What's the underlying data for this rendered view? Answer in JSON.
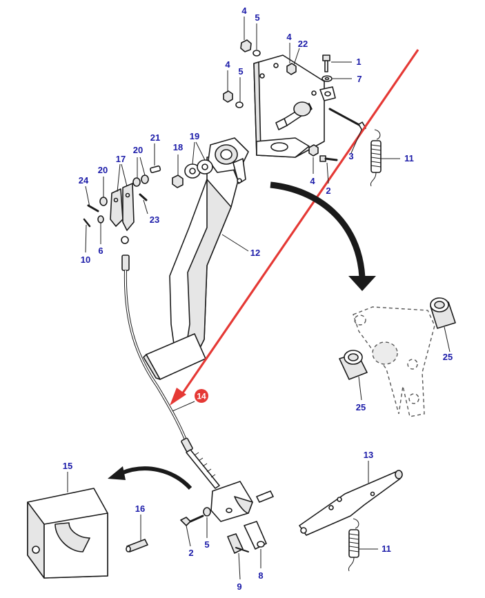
{
  "callouts": {
    "c1": "1",
    "c2a": "2",
    "c2b": "2",
    "c3": "3",
    "c4a": "4",
    "c4b": "4",
    "c4c": "4",
    "c4d": "4",
    "c5a": "5",
    "c5b": "5",
    "c5c": "5",
    "c6": "6",
    "c7": "7",
    "c8": "8",
    "c9": "9",
    "c10": "10",
    "c11a": "11",
    "c11b": "11",
    "c12": "12",
    "c13": "13",
    "c15": "15",
    "c16": "16",
    "c17": "17",
    "c18": "18",
    "c19": "19",
    "c20a": "20",
    "c20b": "20",
    "c21": "21",
    "c22": "22",
    "c23": "23",
    "c24": "24",
    "c25a": "25",
    "c25b": "25"
  },
  "highlight": {
    "label": "14",
    "color": "#e53935"
  },
  "colors": {
    "callout": "#1a1aa8",
    "pointer": "#e53935"
  }
}
